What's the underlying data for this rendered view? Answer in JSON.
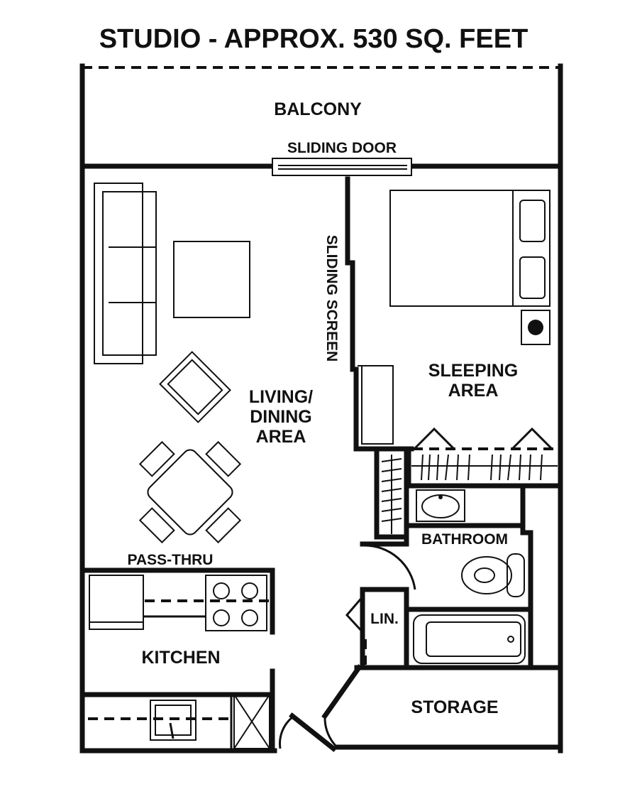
{
  "title": "STUDIO - APPROX. 530 SQ. FEET",
  "labels": {
    "balcony": "BALCONY",
    "sliding_door": "SLIDING DOOR",
    "sliding_screen": "SLIDING SCREEN",
    "living_line1": "LIVING/",
    "living_line2": "DINING",
    "living_line3": "AREA",
    "sleeping_line1": "SLEEPING",
    "sleeping_line2": "AREA",
    "pass_thru": "PASS-THRU",
    "kitchen": "KITCHEN",
    "bathroom": "BATHROOM",
    "linen": "LIN.",
    "storage": "STORAGE"
  },
  "colors": {
    "line": "#111111",
    "background": "#ffffff"
  }
}
